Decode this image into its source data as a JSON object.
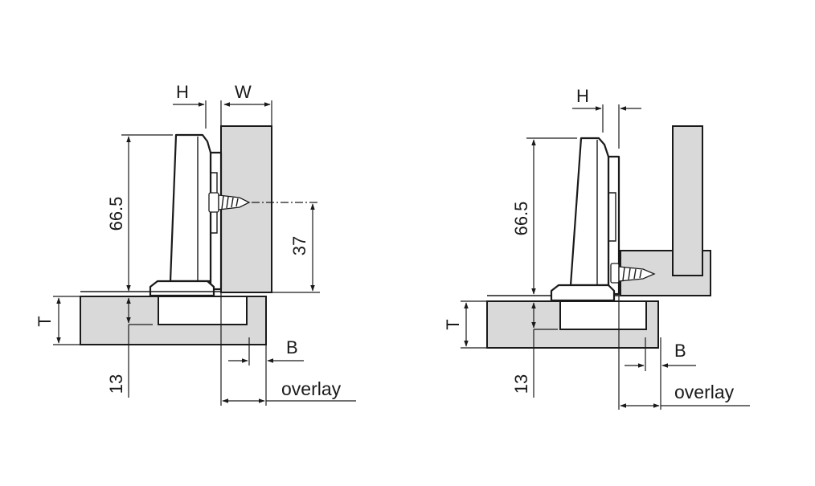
{
  "diagram": {
    "left": {
      "labels": {
        "h": "H",
        "w": "W",
        "height": "66.5",
        "drill": "37",
        "t": "T",
        "cup_depth": "13",
        "b": "B",
        "overlay": "overlay"
      }
    },
    "right": {
      "labels": {
        "h": "H",
        "height": "66.5",
        "t": "T",
        "cup_depth": "13",
        "b": "B",
        "overlay": "overlay"
      }
    },
    "colors": {
      "panel_fill": "#d9d9d9",
      "line": "#1a1a1a",
      "background": "#ffffff"
    }
  }
}
